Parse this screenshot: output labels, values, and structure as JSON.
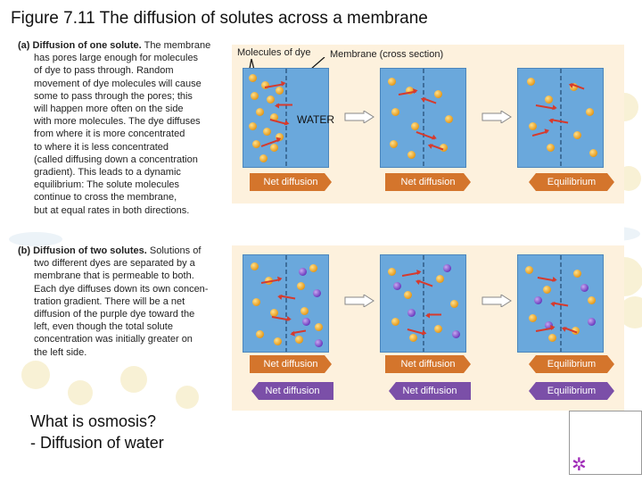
{
  "title": "Figure 7.11 The diffusion of solutes across a membrane",
  "part_a": {
    "label": "(a)",
    "heading": "Diffusion of one solute.",
    "lines": [
      "The membrane",
      "has pores large enough for molecules",
      "of dye to pass through. Random",
      "movement of dye molecules will cause",
      "some to pass through the pores; this",
      "will happen more often on the side",
      "with more molecules. The dye diffuses",
      "from where it is more concentrated",
      "to where it is less concentrated",
      "(called diffusing down a concentration",
      "gradient). This leads to a dynamic",
      "equilibrium: The solute molecules",
      "continue to cross the membrane,",
      "but at equal rates in both directions."
    ],
    "label_molecules": "Molecules of dye",
    "label_membrane": "Membrane (cross section)",
    "label_water": "WATER",
    "tags": [
      "Net diffusion",
      "Net diffusion",
      "Equilibrium"
    ]
  },
  "part_b": {
    "label": "(b)",
    "heading": "Diffusion of two solutes.",
    "lines": [
      "Solutions of",
      "two different dyes are separated by a",
      "membrane that is permeable to both.",
      "Each dye diffuses down its own concen-",
      "tration gradient. There will be a net",
      "diffusion of the purple dye toward the",
      "left, even though the total solute",
      "concentration was initially greater on",
      "the left side."
    ],
    "tags_row1": [
      "Net diffusion",
      "Net diffusion",
      "Equilibrium"
    ],
    "tags_row2": [
      "Net diffusion",
      "Net diffusion",
      "Equilibrium"
    ]
  },
  "question": "What is osmosis?",
  "answer": "- Diffusion of water",
  "colors": {
    "panel_bg": "#fdf1dd",
    "water_blue": "#6aa8dc",
    "dye_orange": "#e59a1c",
    "dye_purple": "#6c3cbf",
    "arrow_red": "#d63a2d",
    "tag_orange": "#d4752c",
    "tag_purple": "#7b4fa8"
  },
  "icons": [
    "wide-arrow-icon",
    "corner-logo-icon"
  ]
}
